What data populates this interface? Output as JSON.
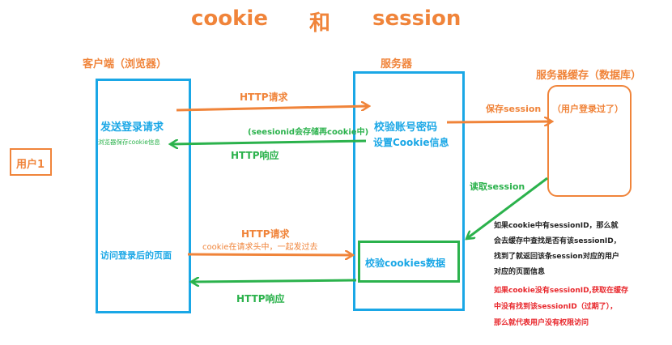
{
  "title": {
    "left": "cookie",
    "middle": "和",
    "right": "session"
  },
  "user_label": "用户1",
  "client": {
    "header": "客户端（浏览器）",
    "send_login": "发送登录请求",
    "save_cookie": "浏览器保存cookie信息",
    "visit_page": "访问登录后的页面"
  },
  "server": {
    "header": "服务器",
    "verify_account": "校验账号密码",
    "set_cookie": "设置Cookie信息",
    "verify_cookies": "校验cookies数据"
  },
  "cache": {
    "header": "服务器缓存（数据库）",
    "save_session": "保存session",
    "logged_in": "（用户登录过了）"
  },
  "arrows": {
    "http_request_1": "HTTP请求",
    "session_note": "(seesionid会存储再cookie中)",
    "http_response_1": "HTTP响应",
    "read_session": "读取session",
    "http_request_2": "HTTP请求",
    "cookie_in_header": "cookie在请求头中，一起发过去",
    "http_response_2": "HTTP响应"
  },
  "notes": {
    "found_lines": [
      "如果cookie中有sessionID，那么就",
      "会去缓存中查找是否有该sessionID，",
      "找到了就返回该条session对应的用户",
      "对应的页面信息"
    ],
    "missing_lines": [
      "如果cookie没有sessionID,获取在缓存",
      "中没有找到该sessionID（过期了），",
      "那么就代表用户没有权限访问"
    ]
  },
  "colors": {
    "orange": "#f0843a",
    "green": "#2bb24c",
    "blue": "#1aa7e6",
    "red": "#e8262b"
  }
}
